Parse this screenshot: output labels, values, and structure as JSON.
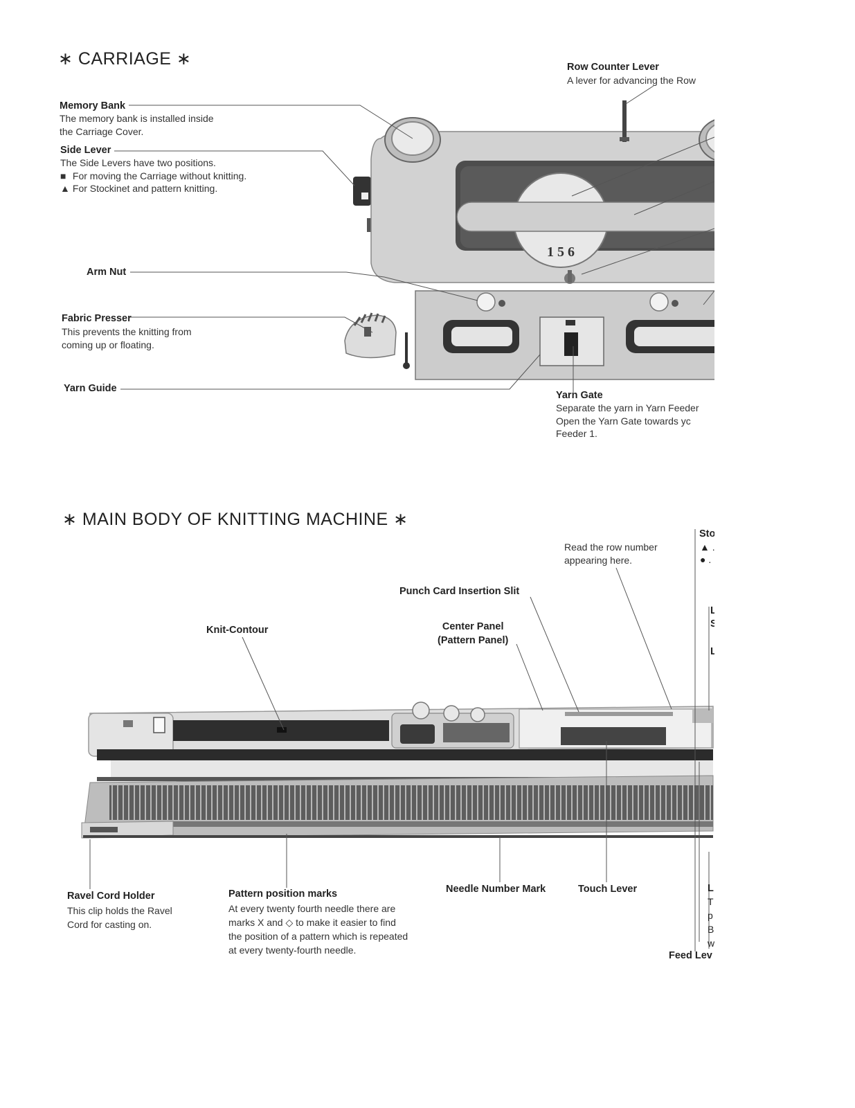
{
  "carriage": {
    "heading": "∗ CARRIAGE ∗",
    "memory_bank": {
      "label": "Memory Bank",
      "desc": [
        "The memory bank is installed inside",
        "the Carriage Cover."
      ]
    },
    "side_lever": {
      "label": "Side Lever",
      "desc": [
        "The Side Levers have two positions."
      ],
      "positions": [
        {
          "symbol": "■",
          "text": "For moving the Carriage without knitting."
        },
        {
          "symbol": "▲",
          "text": "For Stockinet and pattern knitting."
        }
      ]
    },
    "arm_nut": {
      "label": "Arm Nut"
    },
    "fabric_presser": {
      "label": "Fabric Presser",
      "desc": [
        "This prevents the knitting from",
        "coming up or floating."
      ]
    },
    "yarn_guide": {
      "label": "Yarn Guide"
    },
    "row_counter_lever": {
      "label": "Row Counter Lever",
      "desc": [
        "A lever for advancing the Row"
      ]
    },
    "yarn_gate": {
      "label": "Yarn Gate",
      "desc": [
        "Separate the yarn in Yarn Feeder",
        "Open the Yarn Gate towards yc",
        "Feeder 1."
      ]
    },
    "dial_numbers": "1 5 6"
  },
  "main_body": {
    "heading": "∗ MAIN BODY OF KNITTING MACHINE ∗",
    "row_number_note": [
      "Read the row number",
      "appearing here."
    ],
    "punch_card_slit": {
      "label": "Punch Card Insertion Slit"
    },
    "center_panel": {
      "label": [
        "Center Panel",
        "(Pattern Panel)"
      ]
    },
    "knit_contour": {
      "label": "Knit-Contour"
    },
    "ravel_cord_holder": {
      "label": "Ravel Cord Holder",
      "desc": [
        "This clip holds the Ravel",
        "Cord for casting on."
      ]
    },
    "pattern_position_marks": {
      "label": "Pattern position marks",
      "desc": [
        "At every twenty fourth needle there are",
        "marks X and ◇ to make it easier to find",
        "the position of a pattern which is repeated",
        "at every twenty-fourth needle."
      ]
    },
    "needle_number_mark": {
      "label": "Needle Number Mark"
    },
    "touch_lever": {
      "label": "Touch Lever"
    },
    "feed_lever": {
      "label": "Feed Lev"
    },
    "cutoff_fragments": {
      "sto": "Sto",
      "sym_up": "▲ .",
      "sym_dot": "● .",
      "l1": "L",
      "s1": "S",
      "l2": "L",
      "l3": "L",
      "t": "T",
      "p": "p",
      "b": "B",
      "w": "w"
    }
  }
}
